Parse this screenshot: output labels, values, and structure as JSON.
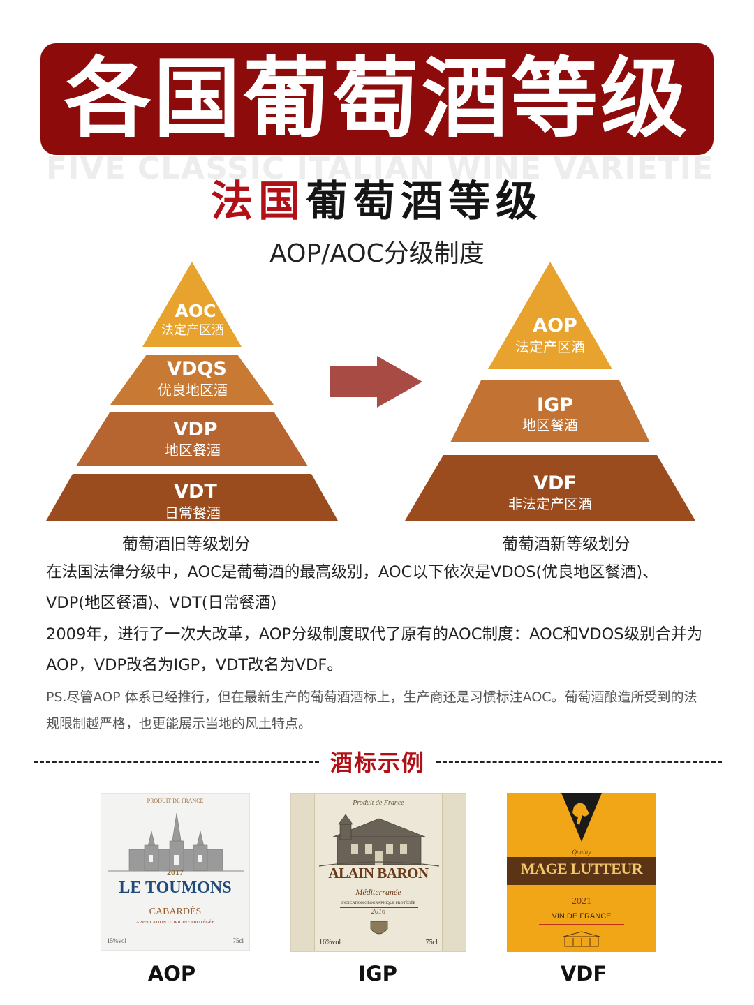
{
  "header": {
    "title": "各国葡萄酒等级",
    "watermark": "FIVE CLASSIC ITALIAN WINE VARIETIES",
    "subtitle_red": "法国",
    "subtitle_black": "葡萄酒等级"
  },
  "section": {
    "title": "AOP/AOC分级制度"
  },
  "pyramids": {
    "old": {
      "caption": "葡萄酒旧等级划分",
      "tiers": [
        {
          "name": "AOC",
          "desc": "法定产区酒",
          "color": "#e8a32e"
        },
        {
          "name": "VDQS",
          "desc": "优良地区酒",
          "color": "#c87a34"
        },
        {
          "name": "VDP",
          "desc": "地区餐酒",
          "color": "#b76530"
        },
        {
          "name": "VDT",
          "desc": "日常餐酒",
          "color": "#9a4c1e"
        }
      ]
    },
    "new": {
      "caption": "葡萄酒新等级划分",
      "tiers": [
        {
          "name": "AOP",
          "desc": "法定产区酒",
          "color": "#e8a32e"
        },
        {
          "name": "IGP",
          "desc": "地区餐酒",
          "color": "#c27232"
        },
        {
          "name": "VDF",
          "desc": "非法定产区酒",
          "color": "#9a4c1e"
        }
      ]
    },
    "arrow_color": "#a84b44"
  },
  "body": {
    "para1": "在法国法律分级中，AOC是葡萄酒的最高级别，AOC以下依次是VDOS(优良地区餐酒)、VDP(地区餐酒)、VDT(日常餐酒)",
    "para2": "2009年，进行了一次大改革，AOP分级制度取代了原有的AOC制度：AOC和VDOS级别合并为AOP，VDP改名为IGP，VDT改名为VDF。",
    "note": "PS.尽管AOP 体系已经推行，但在最新生产的葡萄酒酒标上，生产商还是习惯标注AOC。葡萄酒酿造所受到的法规限制越严格，也更能展示当地的风土特点。"
  },
  "examples": {
    "heading": "酒标示例",
    "items": [
      {
        "caption": "AOP",
        "label": {
          "top": "PRODUIT DE FRANCE",
          "year": "2017",
          "name": "LE TOUMONS",
          "region": "CABARDÈS",
          "appellation": "APPELLATION D'ORIGINE PROTÉGÉE",
          "abv": "15%vol",
          "volume": "75cl"
        }
      },
      {
        "caption": "IGP",
        "label": {
          "top": "Produit de France",
          "name": "ALAIN BARON",
          "region": "Méditerranée",
          "indication": "INDICATION GÉOGRAPHIQUE PROTÉGÉE",
          "year": "2016",
          "abv": "16%vol",
          "volume": "75cl"
        }
      },
      {
        "caption": "VDF",
        "label": {
          "quality": "Quality",
          "name": "MAGE LUTTEUR",
          "year": "2021",
          "category": "VIN DE FRANCE"
        }
      }
    ]
  }
}
